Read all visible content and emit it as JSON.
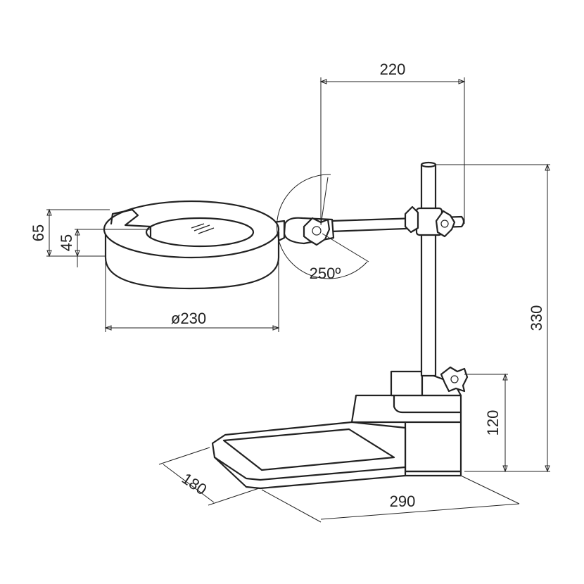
{
  "dimensions": {
    "arm_reach": "220",
    "total_height": "330",
    "clamp_height": "120",
    "lens_outer_height": "65",
    "lens_inner_height": "45",
    "lens_diameter": "ø230",
    "rotation_angle": "250º",
    "base_depth": "180",
    "base_width": "290"
  },
  "colors": {
    "ink": "#222222",
    "background": "#ffffff"
  }
}
